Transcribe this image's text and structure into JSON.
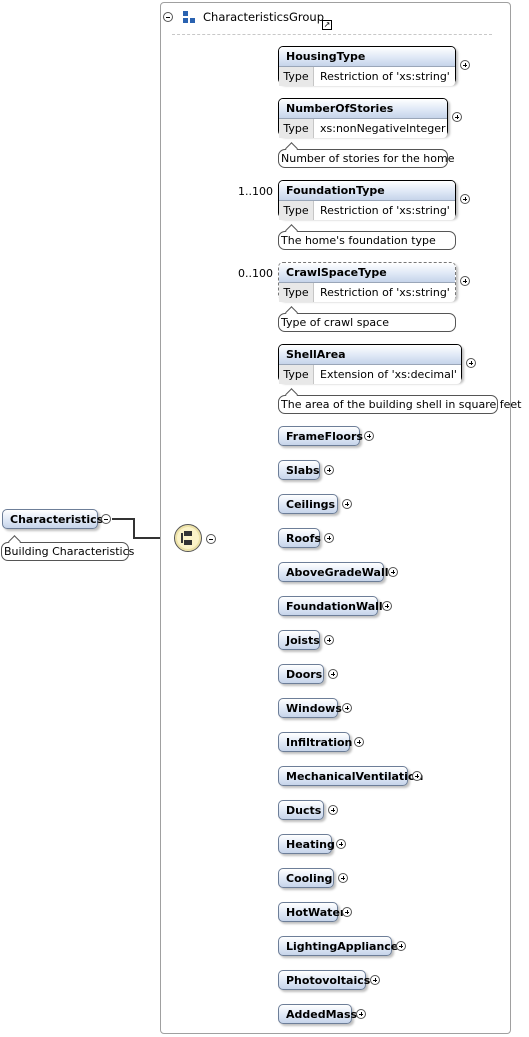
{
  "root": {
    "name": "Characteristics",
    "annotation": "Building Characteristics"
  },
  "group": {
    "name": "CharacteristicsGroup",
    "icon": "group-icon",
    "link_icon": "shortcut-arrow-icon",
    "compositor_icon": "sequence-compositor-icon"
  },
  "labels": {
    "type": "Type"
  },
  "details": [
    {
      "name": "HousingType",
      "type": "Restriction of 'xs:string'",
      "annotation": "",
      "occurs": "",
      "optional": false
    },
    {
      "name": "NumberOfStories",
      "type": "xs:nonNegativeInteger",
      "annotation": "Number of stories for the home",
      "occurs": "",
      "optional": false
    },
    {
      "name": "FoundationType",
      "type": "Restriction of 'xs:string'",
      "annotation": "The home's foundation type",
      "occurs": "1..100",
      "optional": false
    },
    {
      "name": "CrawlSpaceType",
      "type": "Restriction of 'xs:string'",
      "annotation": "Type of crawl space",
      "occurs": "0..100",
      "optional": true
    },
    {
      "name": "ShellArea",
      "type": "Extension of 'xs:decimal'",
      "annotation": "The area of the building shell in square feet",
      "occurs": "",
      "optional": false
    }
  ],
  "simple_elements": [
    "FrameFloors",
    "Slabs",
    "Ceilings",
    "Roofs",
    "AboveGradeWalls",
    "FoundationWalls",
    "Joists",
    "Doors",
    "Windows",
    "Infiltration",
    "MechanicalVentilation",
    "Ducts",
    "Heating",
    "Cooling",
    "HotWater",
    "LightingAppliances",
    "Photovoltaics",
    "AddedMass"
  ]
}
